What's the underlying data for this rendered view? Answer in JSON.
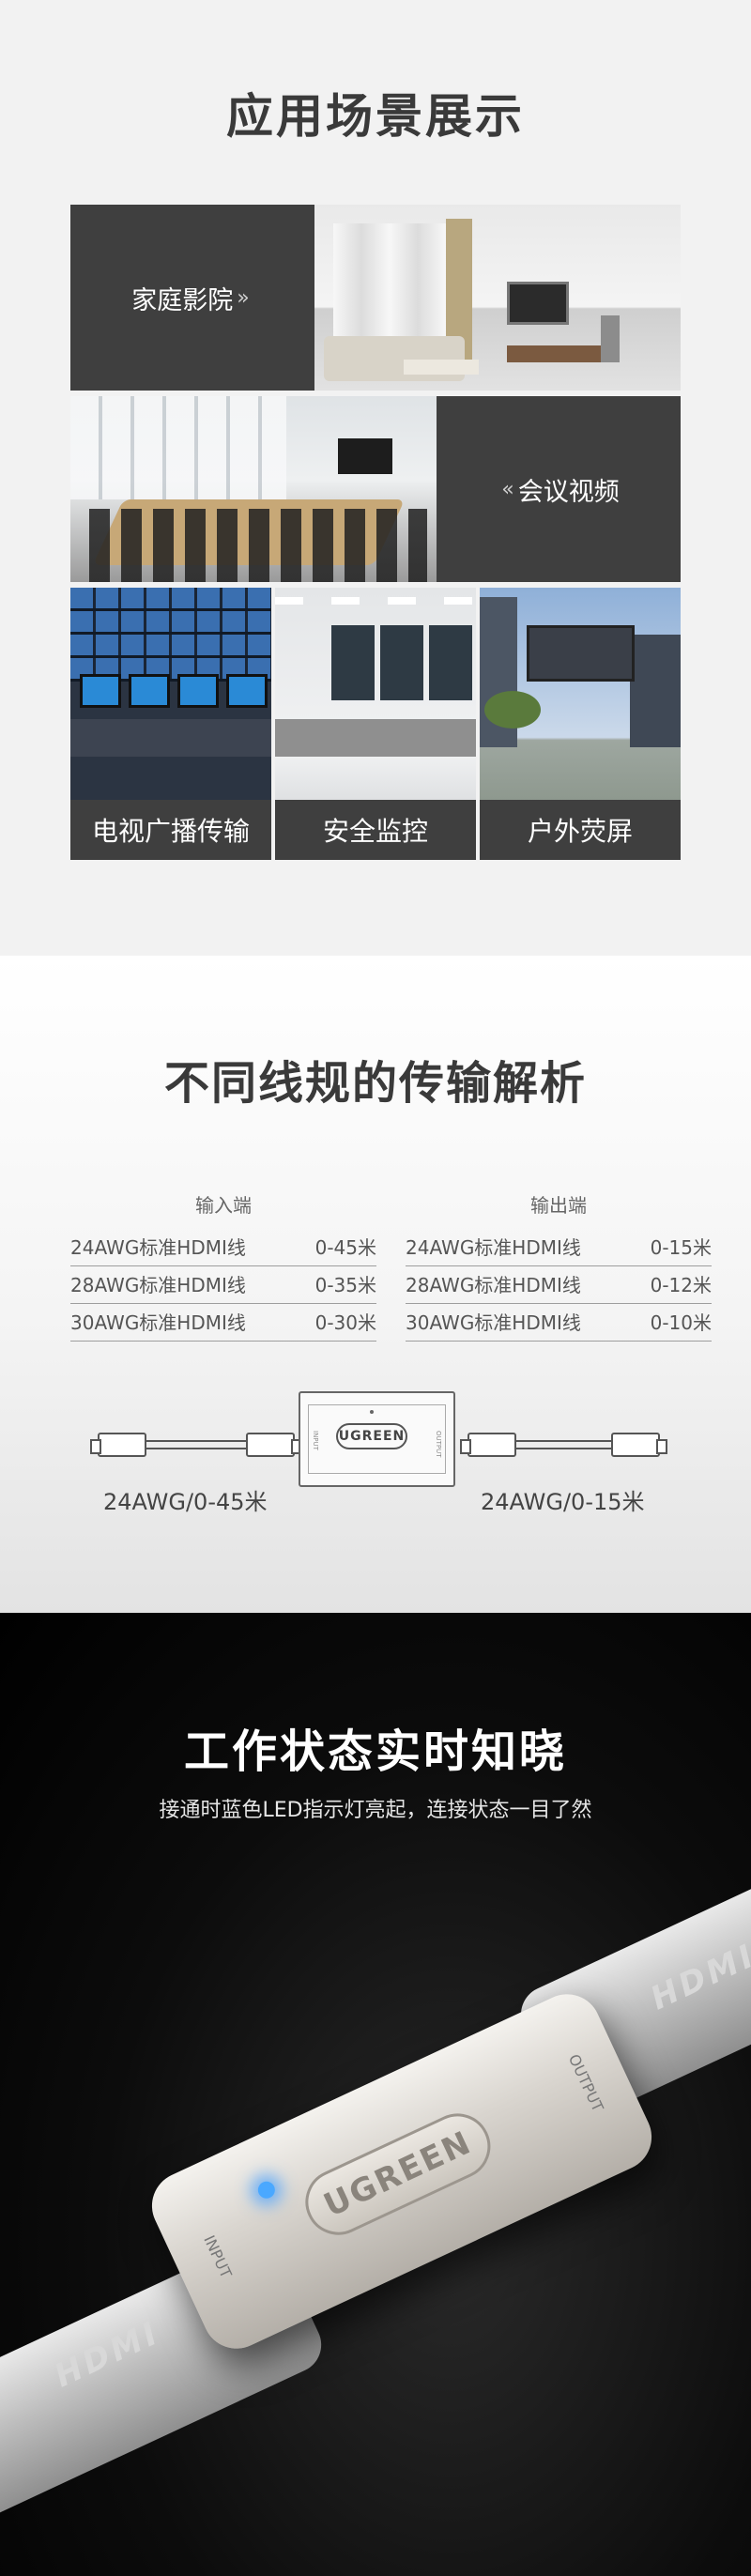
{
  "section1": {
    "title": "应用场景展示",
    "scenes": {
      "home_theater": "家庭影院",
      "meeting_video": "会议视频",
      "tv_broadcast": "电视广播传输",
      "security": "安全监控",
      "outdoor": "户外荧屏"
    },
    "chevron_right": "»",
    "chevron_left": "«"
  },
  "section2": {
    "title": "不同线规的传输解析",
    "input": {
      "header": "输入端",
      "rows": [
        {
          "label": "24AWG标准HDMI线",
          "value": "0-45米"
        },
        {
          "label": "28AWG标准HDMI线",
          "value": "0-35米"
        },
        {
          "label": "30AWG标准HDMI线",
          "value": "0-30米"
        }
      ]
    },
    "output": {
      "header": "输出端",
      "rows": [
        {
          "label": "24AWG标准HDMI线",
          "value": "0-15米"
        },
        {
          "label": "28AWG标准HDMI线",
          "value": "0-12米"
        },
        {
          "label": "30AWG标准HDMI线",
          "value": "0-10米"
        }
      ]
    },
    "device_logo": "UGREEN",
    "device_in": "INPUT",
    "device_out": "OUTPUT",
    "left_caption": "24AWG/0-45米",
    "right_caption": "24AWG/0-15米"
  },
  "section3": {
    "title": "工作状态实时知晓",
    "subtitle": "接通时蓝色LED指示灯亮起，连接状态一目了然",
    "logo": "UGREEN",
    "input_label": "INPUT",
    "output_label": "OUTPUT",
    "hdmi_left": "HDMI",
    "hdmi_right": "HDMI",
    "led_color": "#4aa8ff"
  }
}
